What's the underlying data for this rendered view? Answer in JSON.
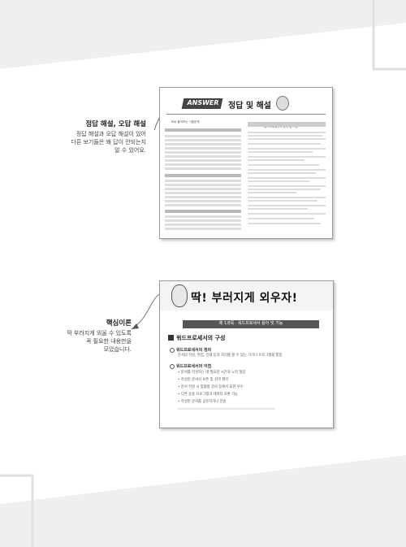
{
  "top_card": {
    "badge": "ANSWER",
    "title": "정답 및 해설",
    "left_header": "바로 풀어보는 기출문제",
    "right_header": "워드프로세서의 정의 및 기능"
  },
  "callout_top": {
    "title": "정답 해설, 오답 해설",
    "lines": [
      "정답 해설과 오답 해설이 있어",
      "다른 보기들은 왜 답이 안되는지",
      "알 수 있어요."
    ]
  },
  "callout_bottom": {
    "title": "핵심이론",
    "lines": [
      "딱 부러지게 외울 수 있도록",
      "꼭 필요한 내용만을",
      "모았습니다."
    ]
  },
  "bottom_card": {
    "banner": "딱! 부러지게 외우자!",
    "section_bar": "제 1과목 · 워드프로세서 용어 및 기능",
    "heading": "워드프로세서의 구성",
    "sub1_title": "워드프로세서의 정의",
    "sub1_text": "문서의 작성, 편집, 인쇄 등의 처리를 할 수 있는 기기나 프로그램을 통칭",
    "sub2_title": "워드프로세서의 이점",
    "bullets": [
      "문서를 작성하는 데 필요한 시간과 노력 절감",
      "작성된 문서의 보존 및 검색 편리",
      "문서 작성 시 맞춤법 검사 등에서 표현 우수",
      "다른 응용 프로그램과 데이터 호환 가능",
      "작성된 문서를 공유하거나 전송"
    ]
  },
  "colors": {
    "band": "#efefef",
    "card_border": "#999999",
    "badge_bg": "#444444"
  }
}
